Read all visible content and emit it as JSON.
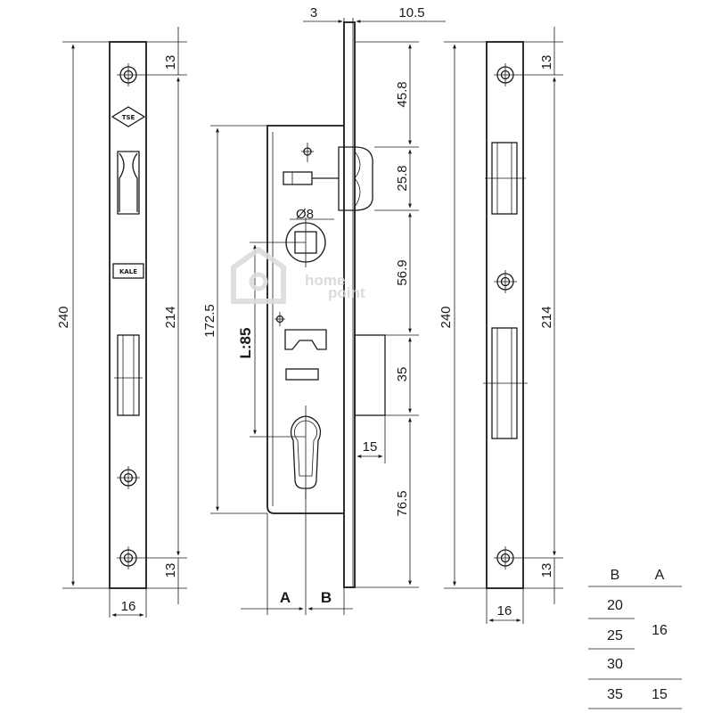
{
  "left_faceplate": {
    "height": "240",
    "hole_to_hole": "214",
    "top_offset": "13",
    "bottom_offset": "13",
    "width": "16",
    "stamp_top": "TSE",
    "stamp_brand": "KALE"
  },
  "side_view": {
    "plate_thickness": "3",
    "plate_offset": "10.5",
    "top_to_latch": "45.8",
    "latch_height": "25.8",
    "spindle_diameter": "Ø8",
    "latch_to_bolt": "56.9",
    "bolt_height": "35",
    "bottom_to_edge": "76.5",
    "bolt_throw": "15",
    "body_height": "172.5",
    "center_distance": "L:85",
    "backset_label_a": "A",
    "backset_label_b": "B"
  },
  "right_faceplate": {
    "height": "240",
    "hole_to_hole": "214",
    "top_offset": "13",
    "bottom_offset": "13",
    "width": "16"
  },
  "watermark": {
    "line1": "home",
    "line2": "point"
  },
  "backset_table": {
    "headers": [
      "B",
      "A"
    ],
    "rows": [
      {
        "b": "20",
        "a": ""
      },
      {
        "b": "25",
        "a": "16"
      },
      {
        "b": "30",
        "a": ""
      },
      {
        "b": "35",
        "a": "15"
      }
    ]
  }
}
